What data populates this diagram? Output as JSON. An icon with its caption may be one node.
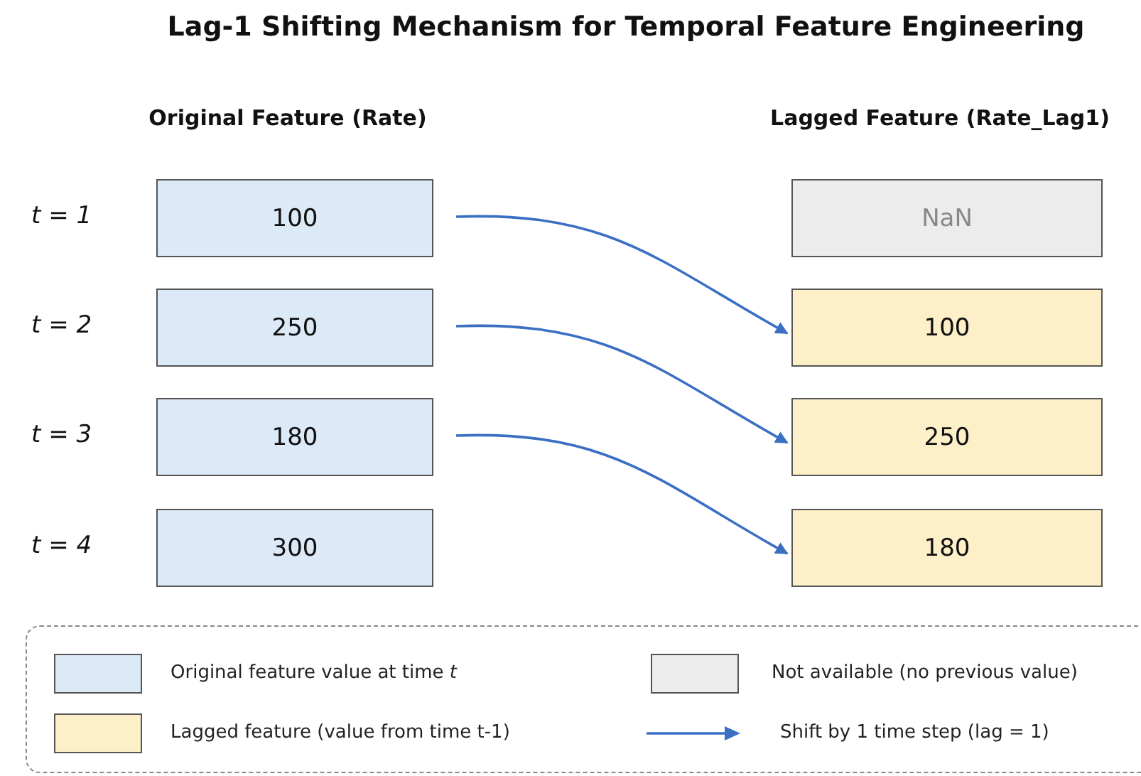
{
  "diagram": {
    "title": "Lag-1 Shifting Mechanism for Temporal Feature Engineering",
    "nodes": [
      {
        "text": [
          "100"
        ]
      },
      {
        "text": [
          "250"
        ]
      },
      {
        "text": [
          "180"
        ]
      },
      {
        "text": [
          "300"
        ]
      },
      {
        "text": [
          "NaN"
        ]
      },
      {
        "text": [
          "100"
        ]
      },
      {
        "text": [
          "250"
        ]
      },
      {
        "text": [
          "180"
        ]
      }
    ],
    "edges": [
      {
        "from": 0,
        "to": 5,
        "arrow": "to"
      },
      {
        "from": 1,
        "to": 6,
        "arrow": "to"
      },
      {
        "from": 2,
        "to": 7,
        "arrow": "to"
      }
    ],
    "labels": [
      "Original Feature (Rate)",
      "Lagged Feature (Rate_Lag1)",
      "t = 1",
      "t = 2",
      "t = 3",
      "t = 4"
    ],
    "legend": [
      {
        "text": "Original feature value at time *t*",
        "color": "#dce9f7"
      },
      {
        "text": "Not available (no previous value)",
        "color": "#ececec"
      },
      {
        "text": "Lagged feature (value from time t-1)",
        "color": "#fdefc8"
      },
      {
        "text": "Shift by 1 time step (lag = 1)"
      }
    ]
  }
}
